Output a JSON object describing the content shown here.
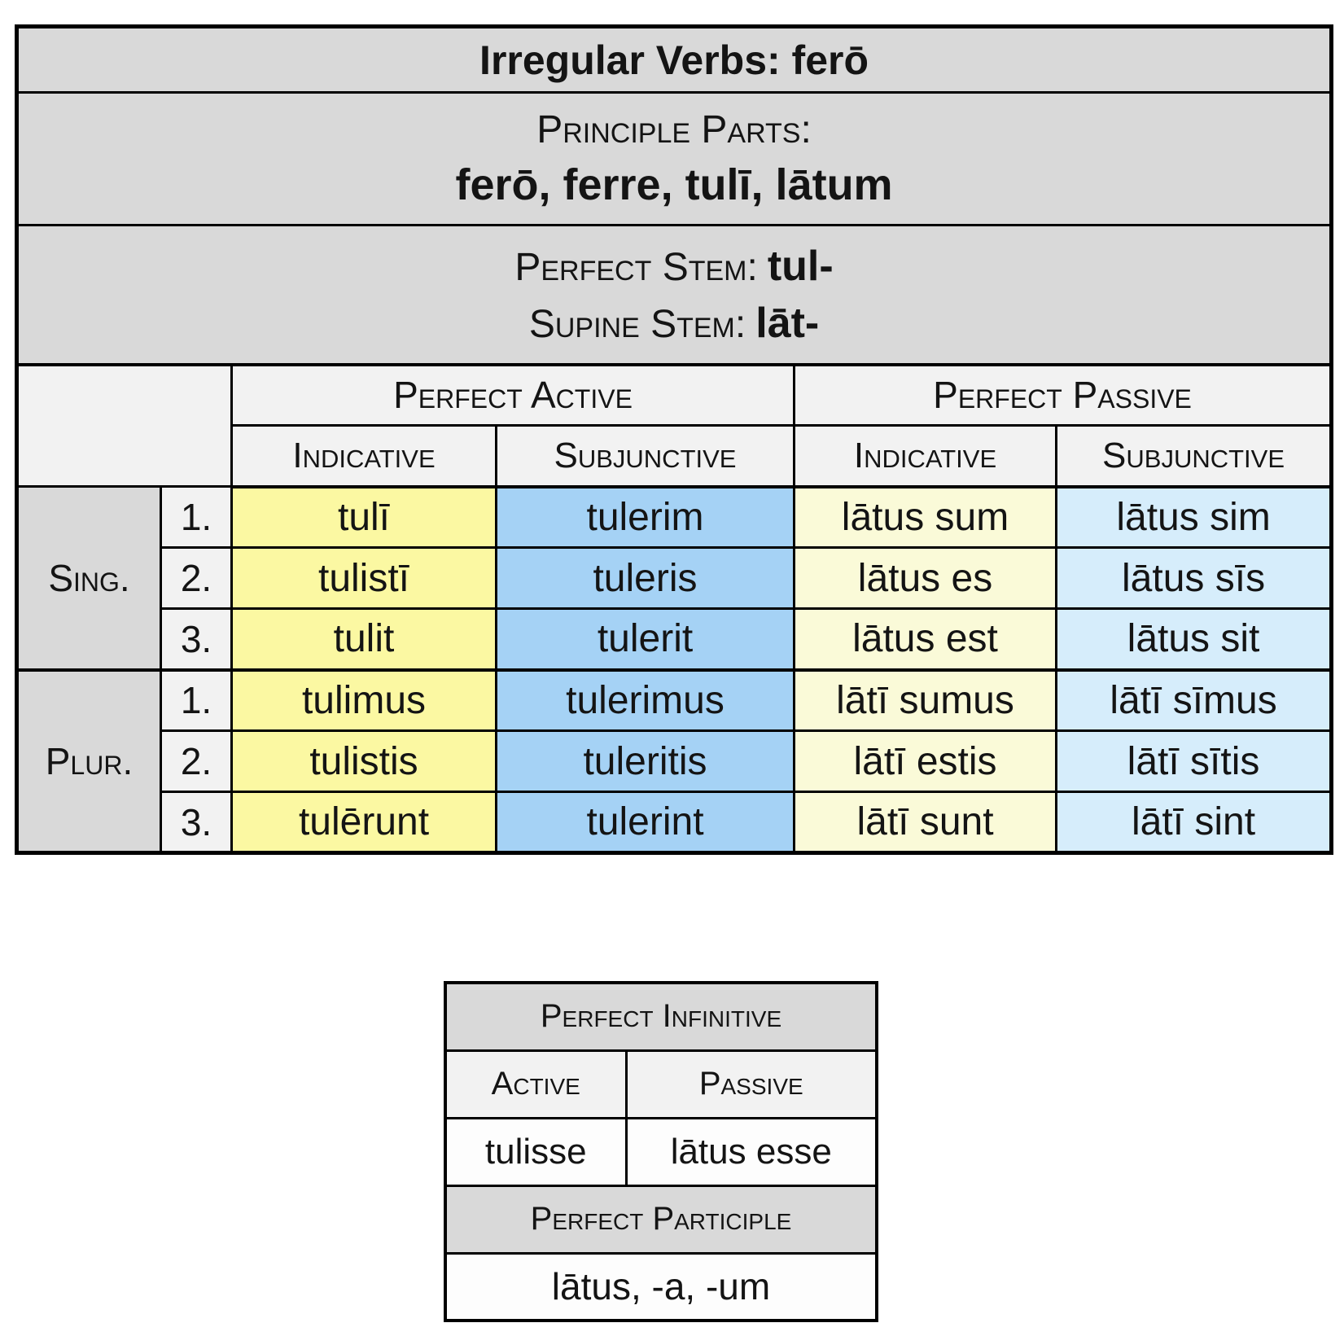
{
  "title": "Irregular Verbs: ferō",
  "principal_parts": {
    "label": "Principle Parts:",
    "value": "ferō, ferre, tulī, lātum"
  },
  "stems": {
    "perfect_label": "Perfect Stem:",
    "perfect_value": "tul-",
    "supine_label": "Supine Stem:",
    "supine_value": "lāt-"
  },
  "main_table": {
    "groups": [
      "Perfect Active",
      "Perfect Passive"
    ],
    "col_headers": [
      "Indicative",
      "Subjunctive",
      "Indicative",
      "Subjunctive"
    ],
    "row_groups": [
      {
        "label": "Sing.",
        "rows": [
          {
            "num": "1.",
            "forms": [
              "tulī",
              "tulerim",
              "lātus sum",
              "lātus sim"
            ]
          },
          {
            "num": "2.",
            "forms": [
              "tulistī",
              "tuleris",
              "lātus es",
              "lātus sīs"
            ]
          },
          {
            "num": "3.",
            "forms": [
              "tulit",
              "tulerit",
              "lātus est",
              "lātus sit"
            ]
          }
        ]
      },
      {
        "label": "Plur.",
        "rows": [
          {
            "num": "1.",
            "forms": [
              "tulimus",
              "tulerimus",
              "lātī sumus",
              "lātī sīmus"
            ]
          },
          {
            "num": "2.",
            "forms": [
              "tulistis",
              "tuleritis",
              "lātī estis",
              "lātī sītis"
            ]
          },
          {
            "num": "3.",
            "forms": [
              "tulērunt",
              "tulerint",
              "lātī sunt",
              "lātī sint"
            ]
          }
        ]
      }
    ]
  },
  "infinitive_table": {
    "title": "Perfect Infinitive",
    "col_headers": [
      "Active",
      "Passive"
    ],
    "forms": [
      "tulisse",
      "lātus esse"
    ],
    "participle_title": "Perfect Participle",
    "participle_value": "lātus, -a, -um"
  },
  "colors": {
    "header_gray": "#d9d9d9",
    "subheader_gray": "#f2f2f2",
    "active_indicative": "#fbf8a2",
    "active_subjunctive": "#a5d2f5",
    "passive_indicative": "#fafad8",
    "passive_subjunctive": "#d6edfb"
  }
}
